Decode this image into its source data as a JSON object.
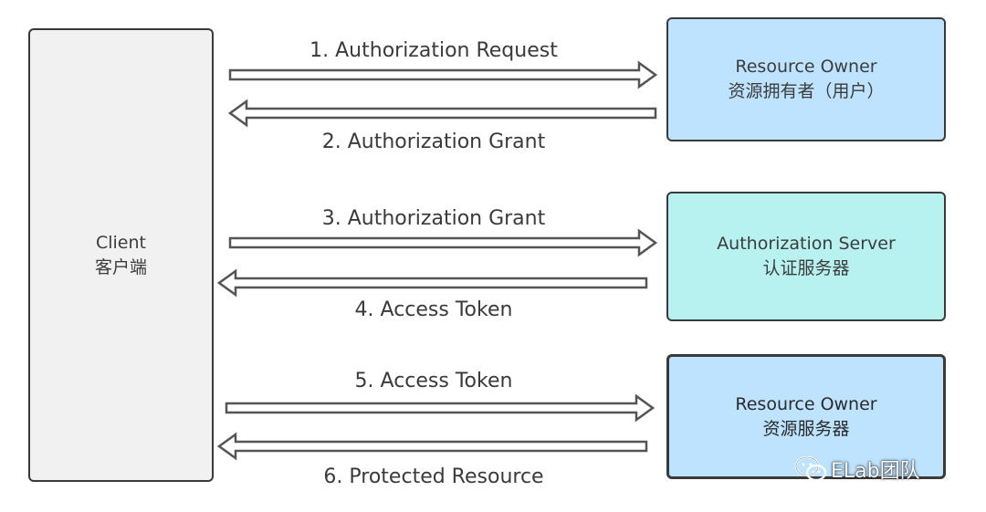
{
  "client": {
    "en": "Client",
    "zh": "客户端"
  },
  "resource_owner": {
    "en": "Resource Owner",
    "zh": "资源拥有者（用户）"
  },
  "auth_server": {
    "en": "Authorization Server",
    "zh": "认证服务器"
  },
  "resource_server": {
    "en": "Resource Owner",
    "zh": "资源服务器"
  },
  "flows": [
    {
      "label": "1. Authorization Request",
      "direction": "right"
    },
    {
      "label": "2. Authorization Grant",
      "direction": "left"
    },
    {
      "label": "3. Authorization Grant",
      "direction": "right"
    },
    {
      "label": "4. Access Token",
      "direction": "left"
    },
    {
      "label": "5. Access Token",
      "direction": "right"
    },
    {
      "label": "6. Protected Resource",
      "direction": "left"
    }
  ],
  "watermark": {
    "text": "ELab团队",
    "icon": "wechat-icon"
  },
  "colors": {
    "client_fill": "#f1f1f1",
    "owner_fill": "#bde3ff",
    "auth_fill": "#b8f2f0",
    "arrow_fill": "#ffffff",
    "arrow_stroke": "#555555"
  }
}
